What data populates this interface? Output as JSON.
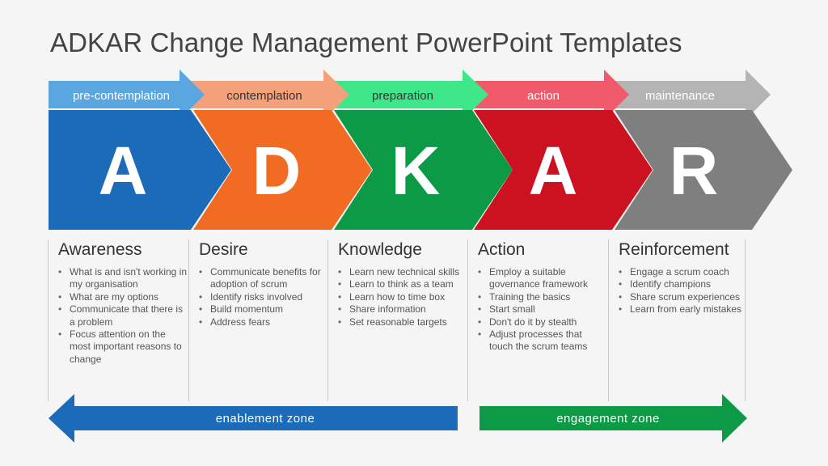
{
  "title": "ADKAR Change Management PowerPoint Templates",
  "phases": [
    {
      "label": "pre-contemplation",
      "color": "#5aa6e0"
    },
    {
      "label": "contemplation",
      "color": "#f4a07a"
    },
    {
      "label": "preparation",
      "color": "#3ee88a"
    },
    {
      "label": "action",
      "color": "#f05a6a"
    },
    {
      "label": "maintenance",
      "color": "#b4b4b4"
    }
  ],
  "letters": [
    {
      "letter": "A",
      "color": "#1b6bb8"
    },
    {
      "letter": "D",
      "color": "#f26b22"
    },
    {
      "letter": "K",
      "color": "#0d9a47"
    },
    {
      "letter": "A",
      "color": "#cc1120"
    },
    {
      "letter": "R",
      "color": "#7f7f7f"
    }
  ],
  "columns": [
    {
      "heading": "Awareness",
      "bullets": [
        "What is and isn't working in my organisation",
        "What are my options",
        "Communicate that there is a problem",
        "Focus attention on the most important reasons to change"
      ]
    },
    {
      "heading": "Desire",
      "bullets": [
        "Communicate benefits for adoption of scrum",
        "Identify risks involved",
        "Build momentum",
        "Address fears"
      ]
    },
    {
      "heading": "Knowledge",
      "bullets": [
        "Learn new technical skills",
        "Learn to think as a team",
        "Learn how to time box",
        "Share information",
        "Set reasonable targets"
      ]
    },
    {
      "heading": "Action",
      "bullets": [
        "Employ a suitable governance framework",
        "Training the basics",
        "Start small",
        "Don't do it by stealth",
        "Adjust processes that touch the scrum teams"
      ]
    },
    {
      "heading": "Reinforcement",
      "bullets": [
        "Engage a scrum coach",
        "Identify champions",
        "Share scrum experiences",
        "Learn from early mistakes"
      ]
    }
  ],
  "zones": {
    "enablement": {
      "label": "enablement zone",
      "color": "#1b6bb8"
    },
    "engagement": {
      "label": "engagement zone",
      "color": "#0d9a47"
    }
  }
}
